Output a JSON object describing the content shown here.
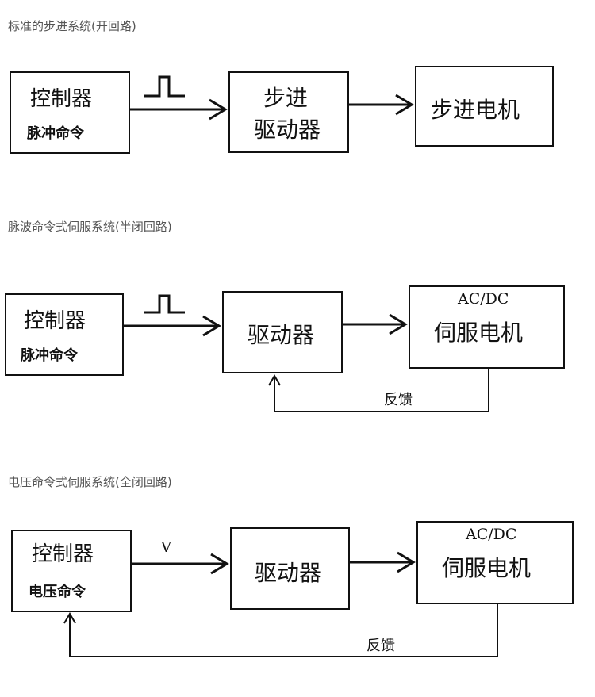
{
  "diagram1": {
    "title": "标准的步进系统(开回路)",
    "controller": {
      "label": "控制器",
      "sub": "脉冲命令"
    },
    "driver": {
      "line1": "步进",
      "line2": "驱动器"
    },
    "motor": {
      "label": "步进电机"
    }
  },
  "diagram2": {
    "title": "脉波命令式伺服系统(半闭回路)",
    "controller": {
      "label": "控制器",
      "sub": "脉冲命令"
    },
    "driver": {
      "label": "驱动器"
    },
    "motor": {
      "type": "AC/DC",
      "label": "伺服电机"
    },
    "feedback": "反馈"
  },
  "diagram3": {
    "title": "电压命令式伺服系统(全闭回路)",
    "controller": {
      "label": "控制器",
      "sub": "电压命令"
    },
    "signal": "V",
    "driver": {
      "label": "驱动器"
    },
    "motor": {
      "type": "AC/DC",
      "label": "伺服电机"
    },
    "feedback": "反馈"
  }
}
